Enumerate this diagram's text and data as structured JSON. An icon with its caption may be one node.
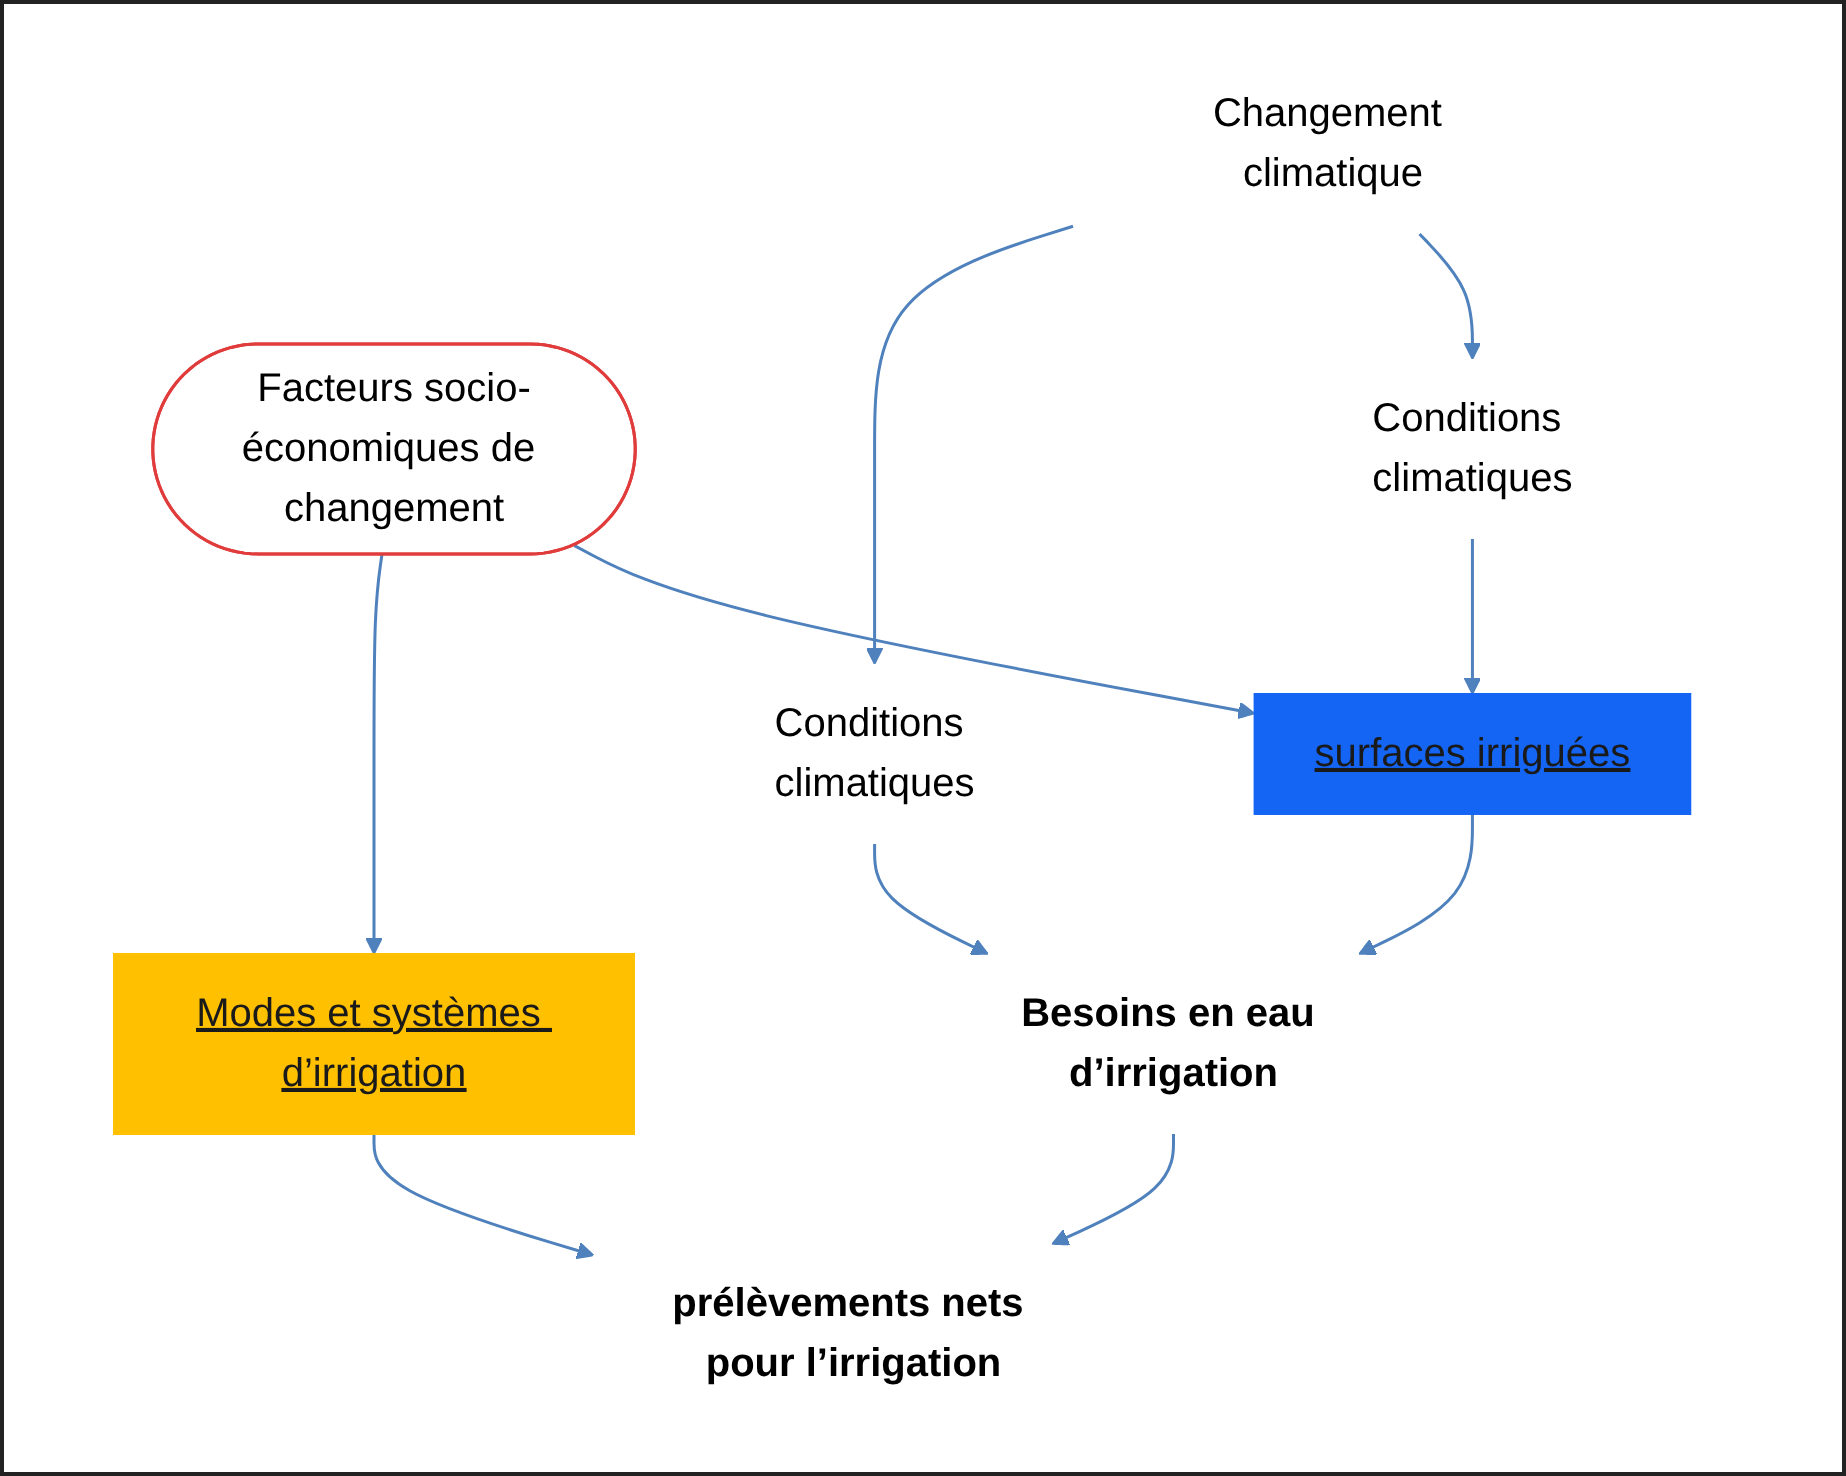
{
  "diagram": {
    "nodes": [
      {
        "text": [
          "Facteurs socio-économiques de changement"
        ]
      },
      {
        "text": [
          "Changement climatique"
        ]
      },
      {
        "text": [
          "Conditions climatiques"
        ]
      },
      {
        "text": [
          "surfaces irriguées"
        ]
      },
      {
        "text": [
          "Conditions climatiques"
        ]
      },
      {
        "text": [
          "Besoins en eau d’irrigation"
        ]
      },
      {
        "text": [
          "Modes et systèmes d’irrigation"
        ]
      },
      {
        "text": [
          "prélèvements nets pour l’irrigation"
        ]
      }
    ],
    "edges": [
      {
        "from": 1,
        "to": 2,
        "arrow": "to"
      },
      {
        "from": 1,
        "to": 4,
        "arrow": "to"
      },
      {
        "from": 0,
        "to": 3,
        "arrow": "to"
      },
      {
        "from": 2,
        "to": 3,
        "arrow": "to"
      },
      {
        "from": 0,
        "to": 6,
        "arrow": "to"
      },
      {
        "from": 3,
        "to": 5,
        "arrow": "to"
      },
      {
        "from": 4,
        "to": 5,
        "arrow": "to"
      },
      {
        "from": 5,
        "to": 7,
        "arrow": "to"
      },
      {
        "from": 6,
        "to": 7,
        "arrow": "to"
      }
    ]
  }
}
